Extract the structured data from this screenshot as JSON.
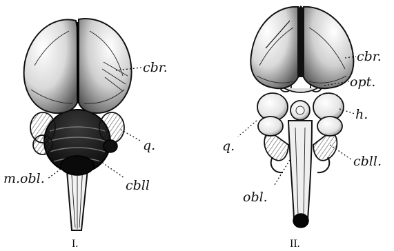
{
  "figures": [
    {
      "numeral": "I.",
      "labels": {
        "cbr": "cbr.",
        "q": "q.",
        "mobl": "m.obl.",
        "cbll": "cbll"
      }
    },
    {
      "numeral": "II.",
      "labels": {
        "cbr": "cbr.",
        "opt": "opt.",
        "h": "h.",
        "q": "q.",
        "cbll": "cbll.",
        "obl": "obl."
      }
    }
  ],
  "colors": {
    "ink": "#111111",
    "paper": "#ffffff",
    "shade": "#1a1a1a"
  }
}
